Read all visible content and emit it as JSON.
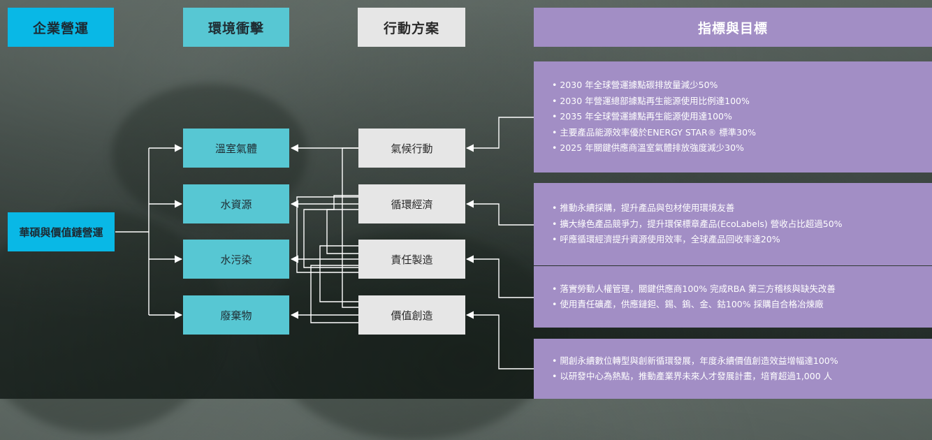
{
  "headers": {
    "operations": "企業營運",
    "impact": "環境衝擊",
    "action": "行動方案",
    "targets": "指標與目標"
  },
  "source": {
    "label": "華碩與價值鏈營運"
  },
  "impacts": [
    {
      "label": "溫室氣體"
    },
    {
      "label": "水資源"
    },
    {
      "label": "水污染"
    },
    {
      "label": "廢棄物"
    }
  ],
  "actions": [
    {
      "label": "氣候行動"
    },
    {
      "label": "循環經濟"
    },
    {
      "label": "責任製造"
    },
    {
      "label": "價值創造"
    }
  ],
  "targets": [
    {
      "lines": [
        "2030 年全球營運據點碳排放量減少50%",
        "2030 年營運總部據點再生能源使用比例達100%",
        "2035 年全球營運據點再生能源使用達100%",
        "主要產品能源效率優於ENERGY STAR® 標準30%",
        "2025 年關鍵供應商溫室氣體排放強度減少30%"
      ]
    },
    {
      "lines": [
        "推動永續採購，提升產品與包材使用環境友善",
        "擴大綠色產品競爭力，提升環保標章產品(EcoLabels) 營收占比超過50%",
        "呼應循環經濟提升資源使用效率，全球產品回收率達20%"
      ]
    },
    {
      "lines": [
        "落實勞動人權管理，關鍵供應商100% 完成RBA 第三方稽核與缺失改善",
        "使用責任礦產，供應鏈鉭、錫、鎢、金、鈷100% 採購自合格冶煉廠"
      ]
    },
    {
      "lines": [
        "開創永續數位轉型與創新循環發展，年度永續價值創造效益增幅達100%",
        "以研發中心為熱點，推動產業界未來人才發展計畫，培育超過1,000 人"
      ]
    }
  ]
}
